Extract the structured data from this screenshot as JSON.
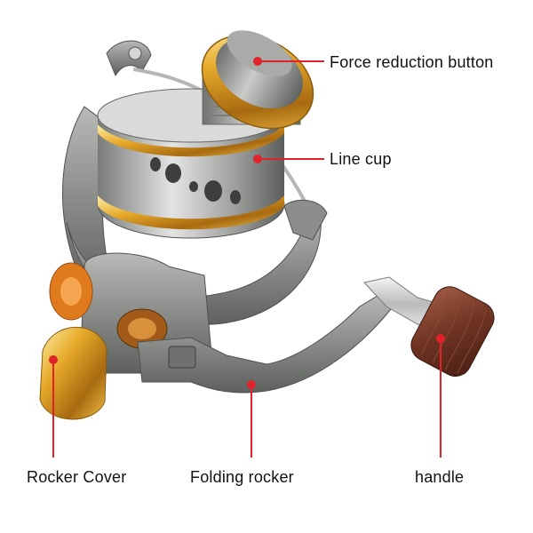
{
  "figure": {
    "subject": "spinning fishing reel",
    "accent_line_color": "#e0232b",
    "body_color": "#8a8c8b",
    "trim_color": "#d99a1e",
    "handle_knob_color": "#7a3b2a"
  },
  "callouts": {
    "force_reduction_button": "Force reduction button",
    "line_cup": "Line cup",
    "rocker_cover": "Rocker Cover",
    "folding_rocker": "Folding rocker",
    "handle": "handle"
  }
}
